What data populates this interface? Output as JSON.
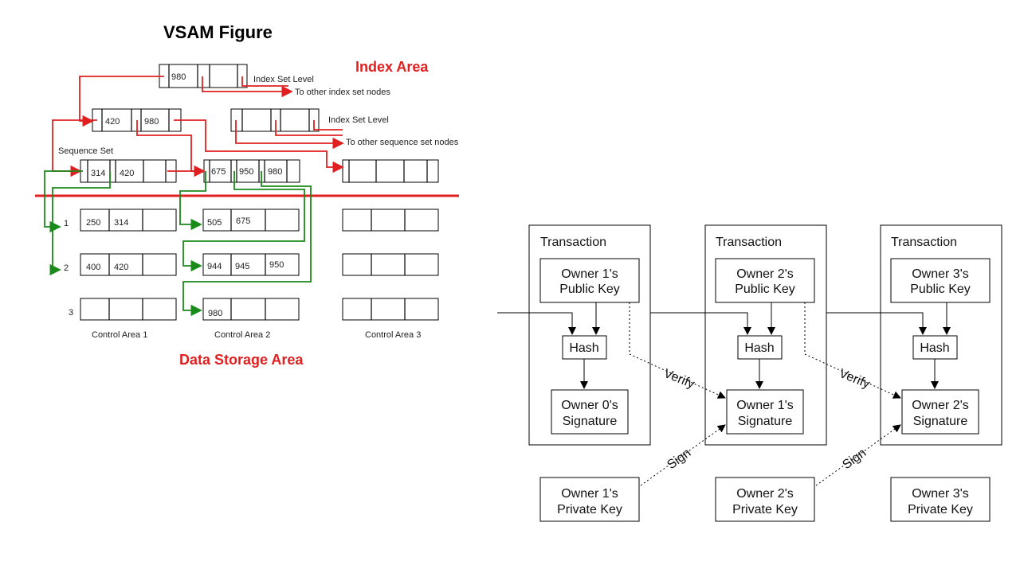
{
  "vsam": {
    "title": "VSAM Figure",
    "index_area": "Index Area",
    "data_storage_area": "Data Storage Area",
    "index_set_level_1": "Index Set Level",
    "index_set_level_2": "Index Set Level",
    "to_other_index": "To other index set nodes",
    "to_other_sequence": "To other sequence set nodes",
    "sequence_set": "Sequence Set",
    "top_node": [
      "980"
    ],
    "index_node": [
      "420",
      "980"
    ],
    "seq_node_1": [
      "314",
      "420"
    ],
    "seq_node_2": [
      "675",
      "950",
      "980"
    ],
    "row_labels": [
      "1",
      "2",
      "3"
    ],
    "ca1_rows": [
      [
        "250",
        "314"
      ],
      [
        "400",
        "420"
      ]
    ],
    "ca2_rows": [
      [
        "505",
        "675"
      ],
      [
        "944",
        "945",
        "950"
      ],
      [
        "980"
      ]
    ],
    "control_areas": [
      "Control Area 1",
      "Control Area 2",
      "Control Area 3"
    ]
  },
  "blockchain": {
    "transaction_label": "Transaction",
    "tx1": {
      "pubkey": [
        "Owner 1's",
        "Public Key"
      ],
      "hash": "Hash",
      "sig": [
        "Owner 0's",
        "Signature"
      ]
    },
    "tx2": {
      "pubkey": [
        "Owner 2's",
        "Public Key"
      ],
      "hash": "Hash",
      "sig": [
        "Owner 1's",
        "Signature"
      ]
    },
    "tx3": {
      "pubkey": [
        "Owner 3's",
        "Public Key"
      ],
      "hash": "Hash",
      "sig": [
        "Owner 2's",
        "Signature"
      ]
    },
    "privkeys": [
      [
        "Owner 1's",
        "Private Key"
      ],
      [
        "Owner 2's",
        "Private Key"
      ],
      [
        "Owner 3's",
        "Private Key"
      ]
    ],
    "verify_label": "Verify",
    "sign_label": "Sign"
  }
}
